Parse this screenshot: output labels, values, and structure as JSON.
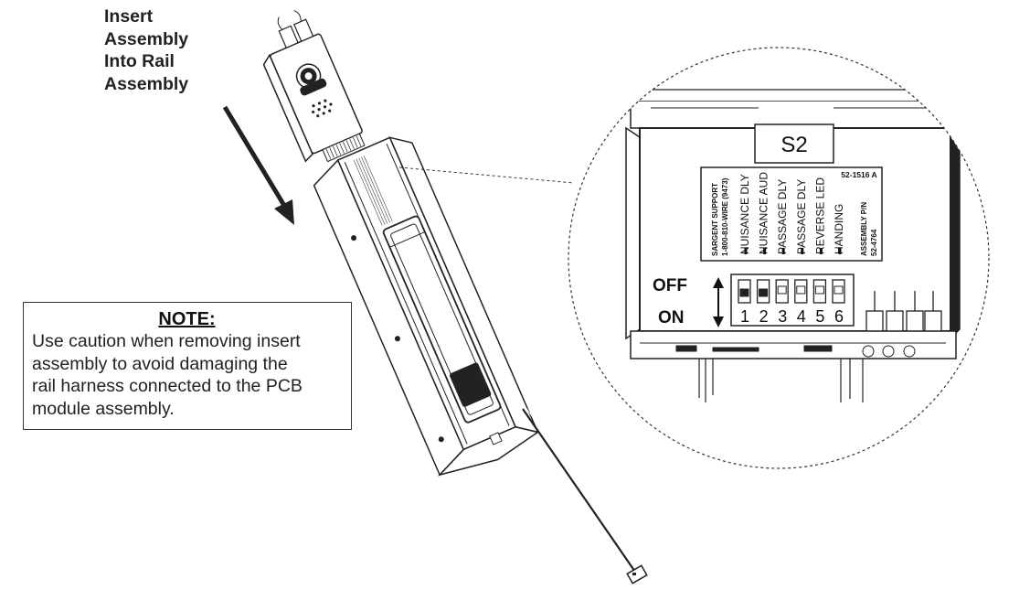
{
  "callout": {
    "lines": [
      "Insert",
      "Assembly",
      "Into Rail",
      "Assembly"
    ]
  },
  "note": {
    "heading": "NOTE:",
    "lines": [
      "Use caution when removing insert",
      "assembly to avoid damaging the",
      "rail harness connected to the PCB",
      "module assembly."
    ]
  },
  "detail": {
    "switch_block_label": "S2",
    "part_code": "52-1516 A",
    "support_line_1": "SARGENT SUPPORT",
    "support_line_2": "1-800-810-WIRE (9473)",
    "assembly_line_1": "ASSEMBLY P/N",
    "assembly_line_2": "52-4764",
    "off_label": "OFF",
    "on_label": "ON",
    "switches": [
      {
        "number": "1",
        "function": "NUISANCE DLY"
      },
      {
        "number": "2",
        "function": "NUISANCE AUD"
      },
      {
        "number": "3",
        "function": "PASSAGE DLY"
      },
      {
        "number": "4",
        "function": "PASSAGE DLY"
      },
      {
        "number": "5",
        "function": "REVERSE LED"
      },
      {
        "number": "6",
        "function": "HANDING"
      }
    ]
  }
}
